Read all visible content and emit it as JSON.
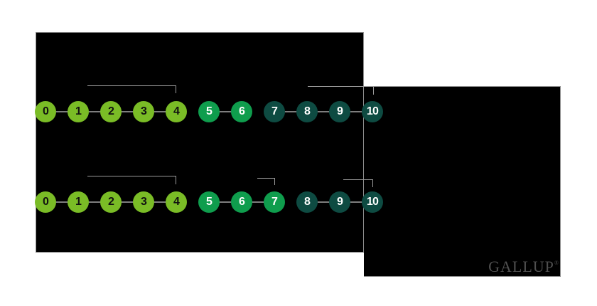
{
  "brand": {
    "logo_text": "GALLUP",
    "registered_mark": "®"
  },
  "colors": {
    "background": "#ffffff",
    "panel": "#000000",
    "panel_border": "#8f8f8f",
    "scale_low": "#7abc26",
    "scale_mid": "#0f9d4d",
    "scale_high": "#0e4b42",
    "connector_line": "#7d7d7d",
    "bracket_line": "#9c9c9c",
    "number_dark": "#111111",
    "number_light": "#ffffff",
    "logo": "#4f4f4f"
  },
  "chart_data": {
    "type": "scale",
    "scale_range": [
      0,
      10
    ],
    "rows": [
      {
        "labels": [
          "0",
          "1",
          "2",
          "3",
          "4",
          "5",
          "6",
          "7",
          "8",
          "9",
          "10"
        ],
        "segments": [
          {
            "from": 0,
            "to": 4,
            "color_key": "scale_low"
          },
          {
            "from": 5,
            "to": 6,
            "color_key": "scale_mid"
          },
          {
            "from": 7,
            "to": 10,
            "color_key": "scale_high"
          }
        ],
        "brackets": [
          {
            "from": 1,
            "to": 4
          },
          {
            "from": 8,
            "to": 10
          }
        ]
      },
      {
        "labels": [
          "0",
          "1",
          "2",
          "3",
          "4",
          "5",
          "6",
          "7",
          "8",
          "9",
          "10"
        ],
        "segments": [
          {
            "from": 0,
            "to": 4,
            "color_key": "scale_low"
          },
          {
            "from": 5,
            "to": 7,
            "color_key": "scale_mid"
          },
          {
            "from": 8,
            "to": 10,
            "color_key": "scale_high"
          }
        ],
        "brackets": [
          {
            "from": 1,
            "to": 4
          },
          {
            "from": 6,
            "to": 7
          },
          {
            "from": 9,
            "to": 10
          }
        ]
      }
    ]
  }
}
